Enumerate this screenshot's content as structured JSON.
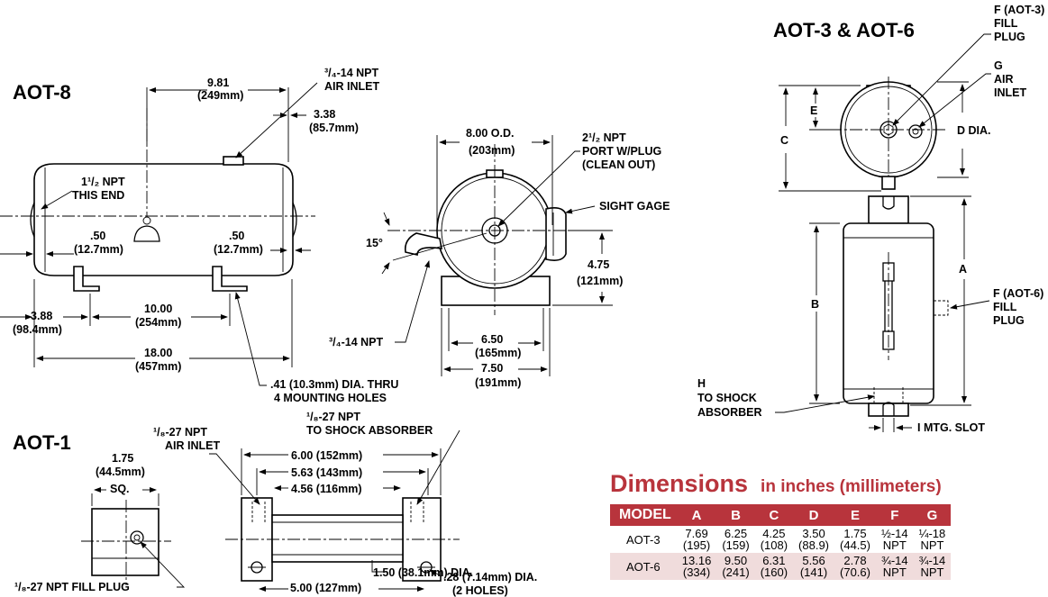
{
  "titles": {
    "aot8": "AOT-8",
    "aot1": "AOT-1",
    "aot36": "AOT-3 & AOT-6"
  },
  "aot8_side": {
    "dim_981": "9.81",
    "dim_981_mm": "(249mm)",
    "air_inlet_1": "³/₄-14 NPT",
    "air_inlet_2": "AIR INLET",
    "dim_338": "3.38",
    "dim_338_mm": "(85.7mm)",
    "npt_end_1": "1¹/₂ NPT",
    "npt_end_2": "THIS END",
    "dim_50_l": ".50",
    "dim_50_l_mm": "(12.7mm)",
    "dim_50_r": ".50",
    "dim_50_r_mm": "(12.7mm)",
    "dim_388": "3.88",
    "dim_388_mm": "(98.4mm)",
    "dim_1000": "10.00",
    "dim_1000_mm": "(254mm)",
    "dim_1800": "18.00",
    "dim_1800_mm": "(457mm)",
    "holes_1": ".41 (10.3mm) DIA. THRU",
    "holes_2": "4 MOUNTING HOLES"
  },
  "aot8_end": {
    "od": "8.00 O.D.",
    "od_mm": "(203mm)",
    "port_1": "2¹/₂ NPT",
    "port_2": "PORT W/PLUG",
    "port_3": "(CLEAN OUT)",
    "sight": "SIGHT GAGE",
    "angle": "15°",
    "dim_475": "4.75",
    "dim_475_mm": "(121mm)",
    "npt_34": "³/₄-14 NPT",
    "dim_650": "6.50",
    "dim_650_mm": "(165mm)",
    "dim_750": "7.50",
    "dim_750_mm": "(191mm)"
  },
  "aot1": {
    "sq_1": "1.75",
    "sq_2": "(44.5mm)",
    "sq_3": "SQ.",
    "air_1": "¹/₈-27 NPT",
    "air_2": "AIR INLET",
    "shock_1": "¹/₈-27 NPT",
    "shock_2": "TO SHOCK ABSORBER",
    "d600": "6.00 (152mm)",
    "d563": "5.63 (143mm)",
    "d456": "4.56 (116mm)",
    "fill": "¹/₈-27 NPT FILL PLUG",
    "d150": "1.50 (38.1mm) DIA.",
    "d500": "5.00 (127mm)",
    "d028_1": ".28 (7.14mm) DIA.",
    "d028_2": "(2 HOLES)"
  },
  "aot36": {
    "f3_1": "F (AOT-3)",
    "f3_2": "FILL",
    "f3_3": "PLUG",
    "g_1": "G",
    "g_2": "AIR",
    "g_3": "INLET",
    "e": "E",
    "c": "C",
    "d": "D DIA.",
    "a": "A",
    "b": "B",
    "f6_1": "F (AOT-6)",
    "f6_2": "FILL",
    "f6_3": "PLUG",
    "h_1": "H",
    "h_2": "TO SHOCK",
    "h_3": "ABSORBER",
    "slot": "I MTG. SLOT"
  },
  "dimensions": {
    "title": "Dimensions",
    "subtitle": "in inches (millimeters)",
    "columns": [
      "MODEL",
      "A",
      "B",
      "C",
      "D",
      "E",
      "F",
      "G"
    ],
    "rows": [
      {
        "model": "AOT-3",
        "cells": [
          [
            "7.69",
            "(195)"
          ],
          [
            "6.25",
            "(159)"
          ],
          [
            "4.25",
            "(108)"
          ],
          [
            "3.50",
            "(88.9)"
          ],
          [
            "1.75",
            "(44.5)"
          ],
          [
            "½-14",
            "NPT"
          ],
          [
            "¼-18",
            "NPT"
          ]
        ]
      },
      {
        "model": "AOT-6",
        "cells": [
          [
            "13.16",
            "(334)"
          ],
          [
            "9.50",
            "(241)"
          ],
          [
            "6.31",
            "(160)"
          ],
          [
            "5.56",
            "(141)"
          ],
          [
            "2.78",
            "(70.6)"
          ],
          [
            "¾-14",
            "NPT"
          ],
          [
            "¾-14",
            "NPT"
          ]
        ]
      }
    ]
  }
}
